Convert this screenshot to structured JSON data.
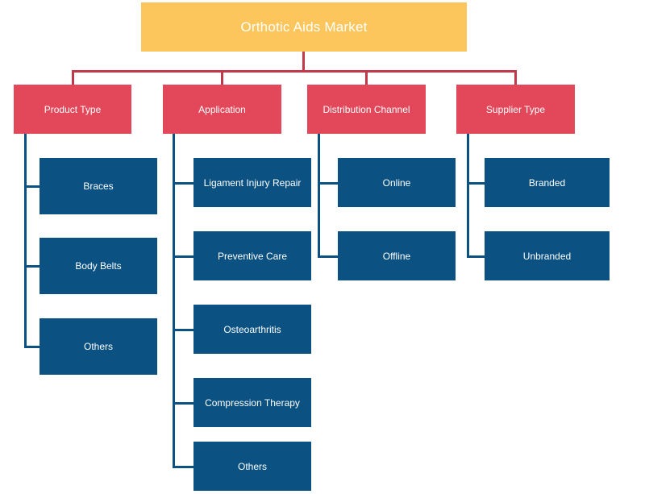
{
  "diagram": {
    "title": "Orthotic Aids Market",
    "categories": [
      {
        "label": "Product Type",
        "items": [
          "Braces",
          "Body Belts",
          "Others"
        ]
      },
      {
        "label": "Application",
        "items": [
          "Ligament Injury Repair",
          "Preventive Care",
          "Osteoarthritis",
          "Compression Therapy",
          "Others"
        ]
      },
      {
        "label": "Distribution Channel",
        "items": [
          "Online",
          "Offline"
        ]
      },
      {
        "label": "Supplier Type",
        "items": [
          "Branded",
          "Unbranded"
        ]
      }
    ],
    "colors": {
      "root": "#fdc65c",
      "category": "#e2485a",
      "leaf": "#0b5282",
      "connector_top": "#c0384a",
      "connector_side": "#0b5282"
    }
  }
}
